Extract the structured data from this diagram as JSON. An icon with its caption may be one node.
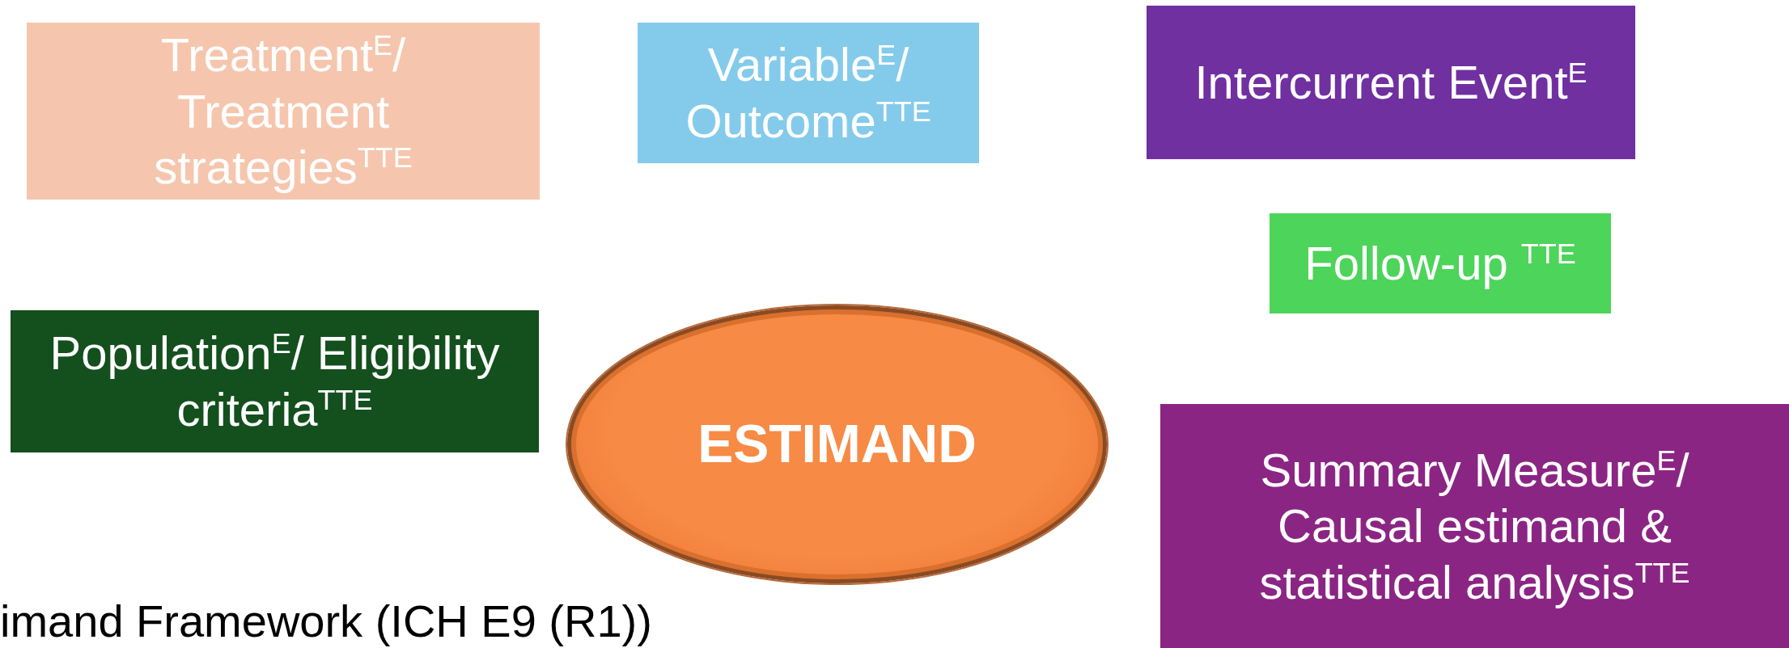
{
  "diagram": {
    "nodes": [
      {
        "text": [
          "Treatment$^{E}$/ Treatment strategies$^{TTE}$"
        ]
      },
      {
        "text": [
          "Variable$^{E}$/ Outcome$^{TTE}$"
        ]
      },
      {
        "text": [
          "Intercurrent Event$^{E}$"
        ]
      },
      {
        "text": [
          "Follow-up $^{TTE}$"
        ]
      },
      {
        "text": [
          "Population$^{E}$/ Eligibility criteria$^{TTE}$"
        ]
      },
      {
        "text": [
          "ESTIMAND"
        ]
      },
      {
        "text": [
          "Summary Measure$^{E}$/ Causal estimand & statistical analysis$^{TTE}$"
        ]
      }
    ],
    "labels": [
      "imand Framework (ICH E9 (R1))"
    ]
  }
}
